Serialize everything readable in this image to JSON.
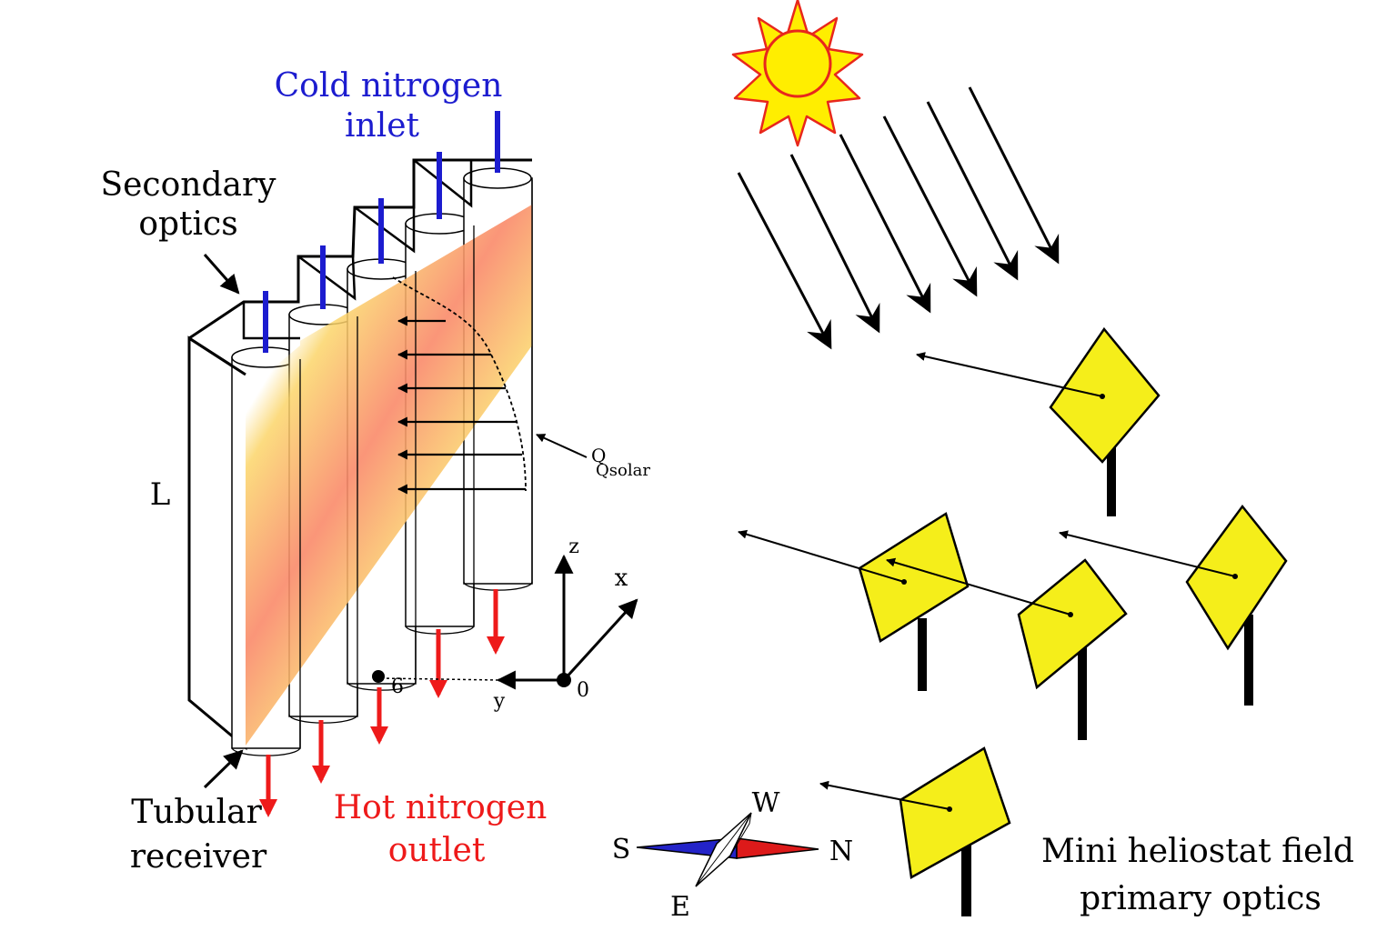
{
  "labels": {
    "cold_inlet_line1": "Cold nitrogen",
    "cold_inlet_line2": "inlet",
    "secondary_line1": "Secondary",
    "secondary_line2": "optics",
    "length": "L",
    "q_main": "Q",
    "q_sub": "Qsolar",
    "axis_z": "z",
    "axis_x": "x",
    "axis_origin": "0",
    "axis_y": "y",
    "tube_index": "6",
    "tubular_line1": "Tubular",
    "tubular_line2": "receiver",
    "hot_outlet_line1": "Hot nitrogen",
    "hot_outlet_line2": "outlet",
    "heliostat_line1": "Mini heliostat field",
    "heliostat_line2": "primary optics"
  },
  "compass": {
    "north": "N",
    "south": "S",
    "east": "E",
    "west": "W"
  },
  "colors": {
    "inlet": "#1c1ccf",
    "outlet": "#ee1a1a",
    "sun_fill": "#ffee00",
    "sun_stroke": "#e8271c",
    "mirror_fill": "#f5ee1a",
    "compass_south": "#2323c8",
    "compass_north": "#dd1a1a"
  }
}
